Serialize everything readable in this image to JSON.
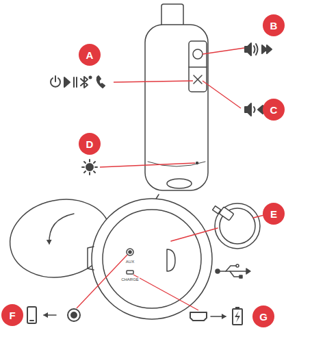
{
  "diagram": {
    "nodes": [
      {
        "text": [
          "A"
        ]
      },
      {
        "text": [
          "B"
        ]
      },
      {
        "text": [
          "C"
        ]
      },
      {
        "text": [
          "D"
        ]
      },
      {
        "text": [
          "E"
        ]
      },
      {
        "text": [
          "F"
        ]
      },
      {
        "text": [
          "G"
        ]
      }
    ],
    "labels": [
      "AUX",
      "CHARGE"
    ]
  }
}
